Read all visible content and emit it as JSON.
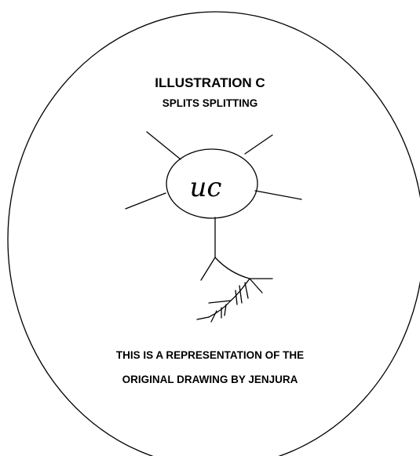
{
  "illustration": {
    "title": "ILLUSTRATION C",
    "subtitle": "SPLITS SPLITTING",
    "node_label": "uc"
  },
  "caption": {
    "line1": "THIS IS A REPRESENTATION OF THE",
    "line2": "ORIGINAL DRAWING BY JENJURA"
  },
  "colors": {
    "ink": "#000000",
    "background": "#ffffff"
  }
}
